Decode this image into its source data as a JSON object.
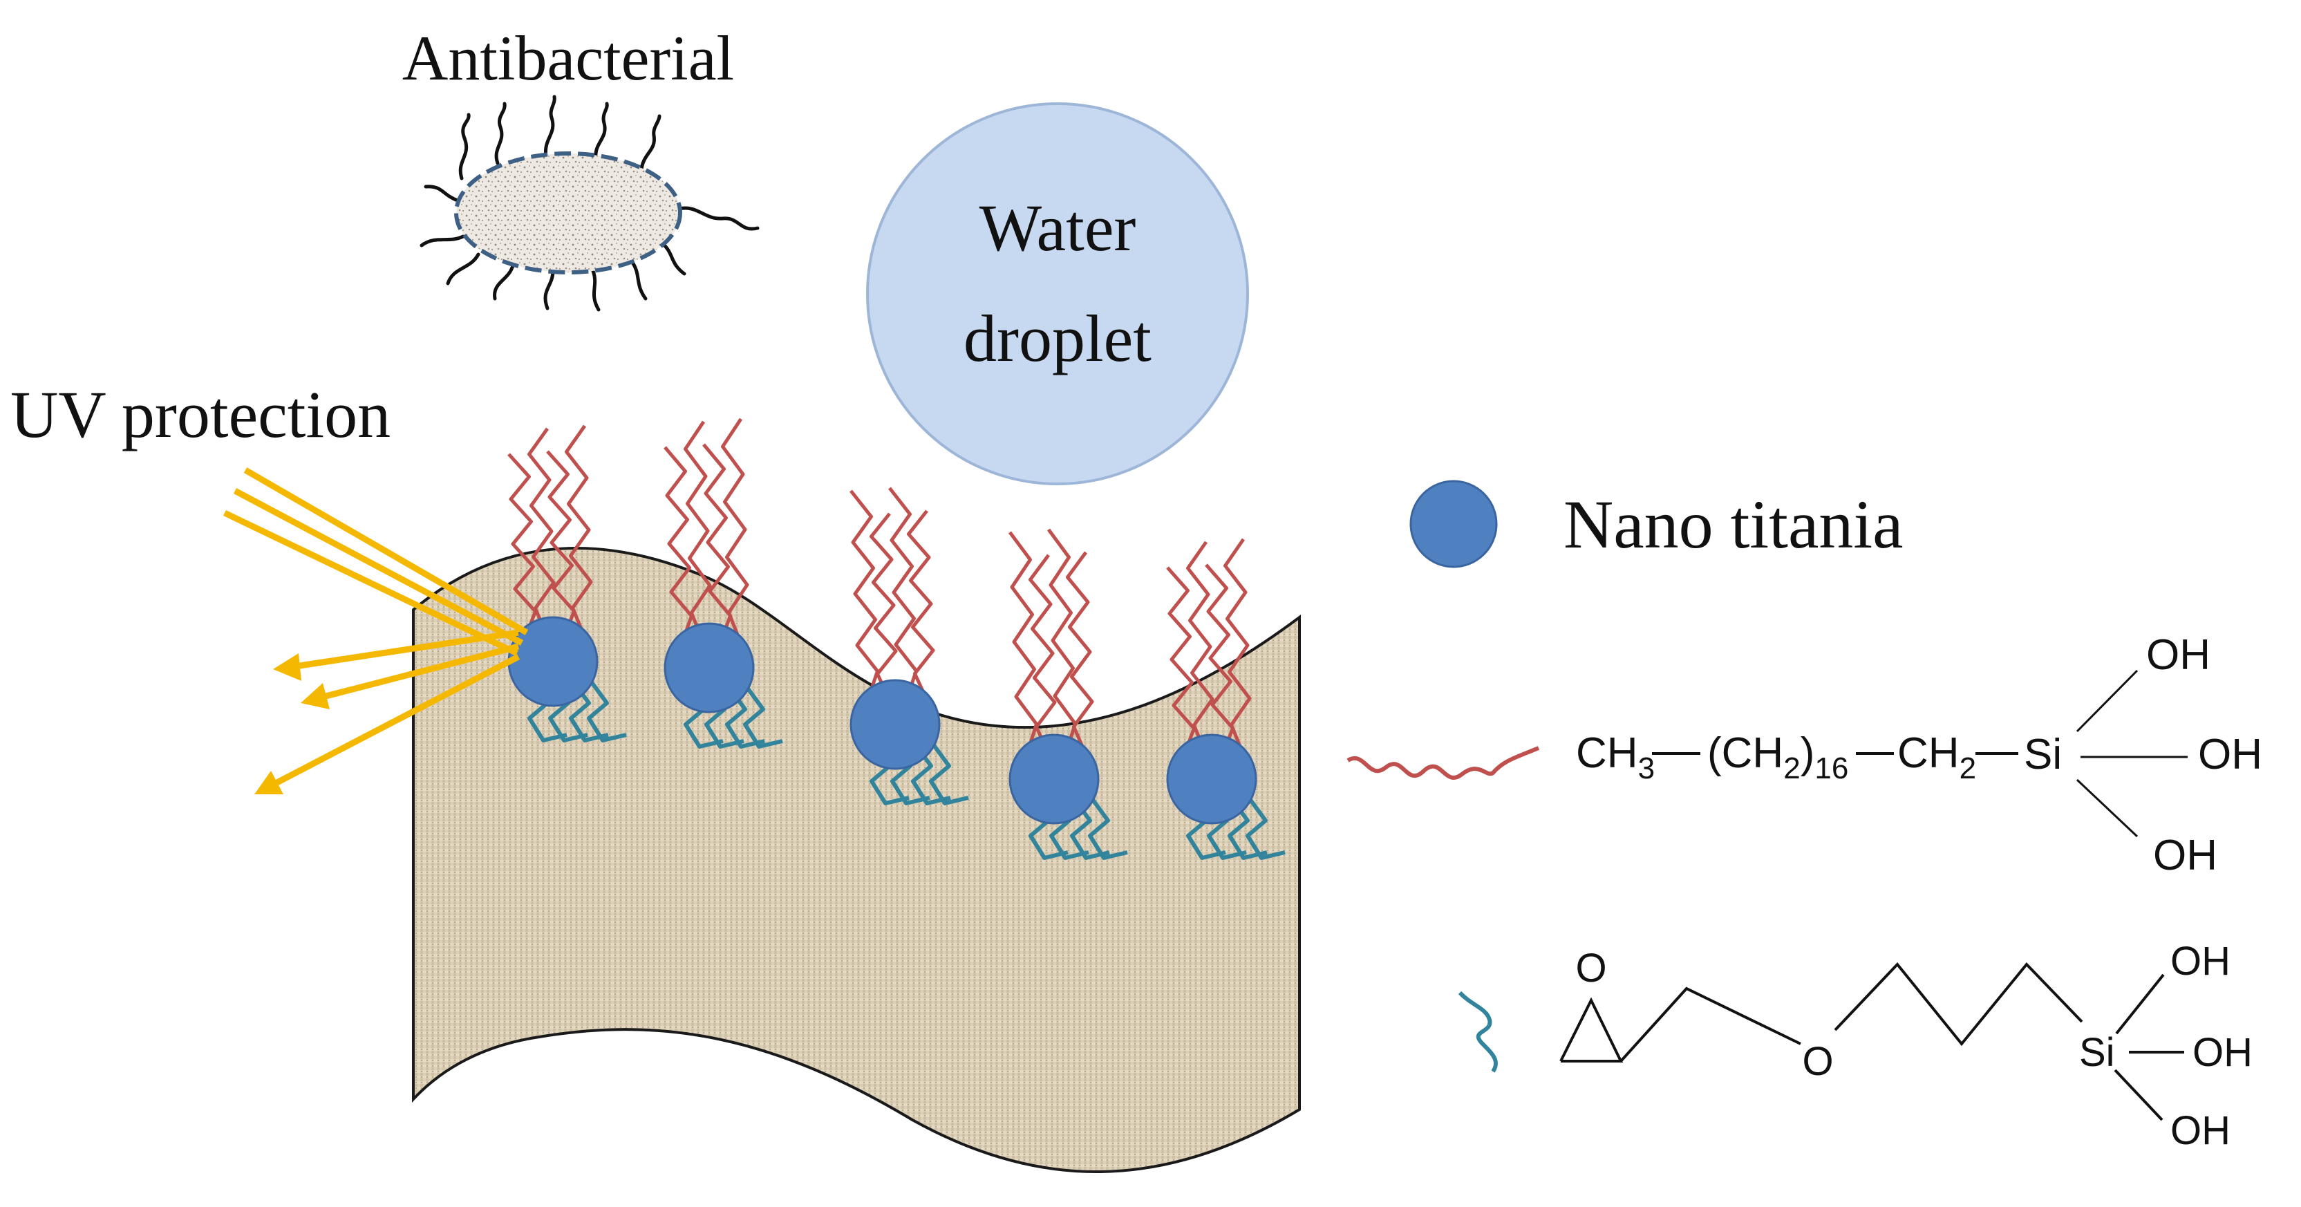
{
  "labels": {
    "antibacterial": "Antibacterial",
    "water_line1": "Water",
    "water_line2": "droplet",
    "uv_protection": "UV protection",
    "nano_titania": "Nano titania"
  },
  "formula_octadecyl": {
    "ch3": "CH",
    "ch3_sub": "3",
    "ch2_open": "(CH",
    "ch2_sub": "2",
    "ch2_close": ")",
    "repeat_sub": "16",
    "ch2b": "CH",
    "ch2b_sub": "2",
    "si": "Si",
    "oh_top": "OH",
    "oh_mid": "OH",
    "oh_bottom": "OH"
  },
  "formula_glycidoxy": {
    "epoxide_o": "O",
    "ether_o": "O",
    "si": "Si",
    "oh_top": "OH",
    "oh_mid": "OH",
    "oh_bottom": "OH"
  },
  "colors": {
    "fabric": "#d9ccb4",
    "fabric_dark": "#8a7c63",
    "titania": "#4f80c0",
    "titania_edge": "#3a65a0",
    "hydrophobic_chain": "#c0504d",
    "epoxy_chain": "#31849b",
    "uv_ray": "#f5b800",
    "droplet": "#c6d9f1",
    "droplet_edge": "#9db6d8",
    "bacterium_edge": "#3f6085",
    "bacterium_fill": "#ece7de"
  }
}
